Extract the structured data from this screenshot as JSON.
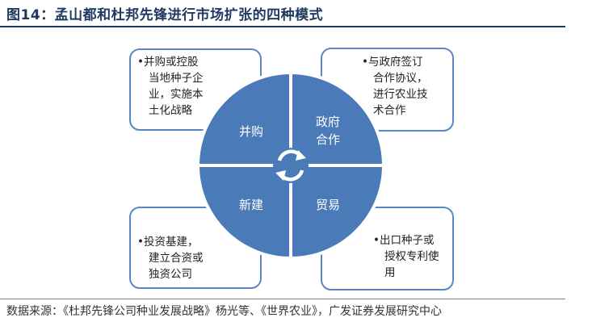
{
  "figure": {
    "title": "图14：孟山都和杜邦先锋进行市场扩张的四种模式",
    "source": "数据来源：《杜邦先锋公司种业发展战略》杨光等、《世界农业》，广发证券发展研究中心"
  },
  "quadrants": {
    "top_left": {
      "label": "并购"
    },
    "top_right": {
      "label_line1": "政府",
      "label_line2": "合作"
    },
    "bottom_left": {
      "label": "新建"
    },
    "bottom_right": {
      "label": "贸易"
    }
  },
  "callouts": {
    "top_left": {
      "lines": [
        "•并购或控股",
        "当地种子企",
        "业，实施本",
        "土化战略"
      ]
    },
    "top_right": {
      "lines": [
        "•与政府签订",
        "合作协议，",
        "进行农业技",
        "术合作"
      ]
    },
    "bottom_left": {
      "lines": [
        "•投资基建，",
        "建立合资或",
        "独资公司"
      ]
    },
    "bottom_right": {
      "lines": [
        "•出口种子或",
        "授权专利使",
        "用"
      ]
    }
  },
  "colors": {
    "quadrant_fill": "#4a7ab8",
    "callout_border": "#5b88c4",
    "title": "#1f3a60"
  },
  "icons": {
    "center": "cycle-arrows-icon"
  }
}
